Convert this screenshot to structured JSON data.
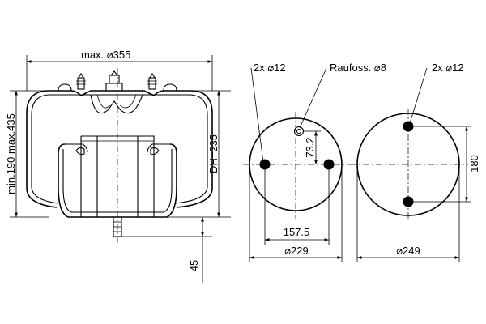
{
  "side_view": {
    "max_diameter_label": "max. ⌀355",
    "height_range_label": "min.190 max.435",
    "design_height_label": "DH=235",
    "stud_protrusion_label": "45"
  },
  "top_plate": {
    "bolt_label": "2x ⌀12",
    "air_fitting_label": "Raufoss. ⌀8",
    "offset_label": "73.2",
    "bolt_spacing_label": "157.5",
    "diameter_label": "⌀229"
  },
  "bottom_plate": {
    "bolt_label": "2x ⌀12",
    "bolt_spacing_label": "180",
    "diameter_label": "⌀249"
  }
}
